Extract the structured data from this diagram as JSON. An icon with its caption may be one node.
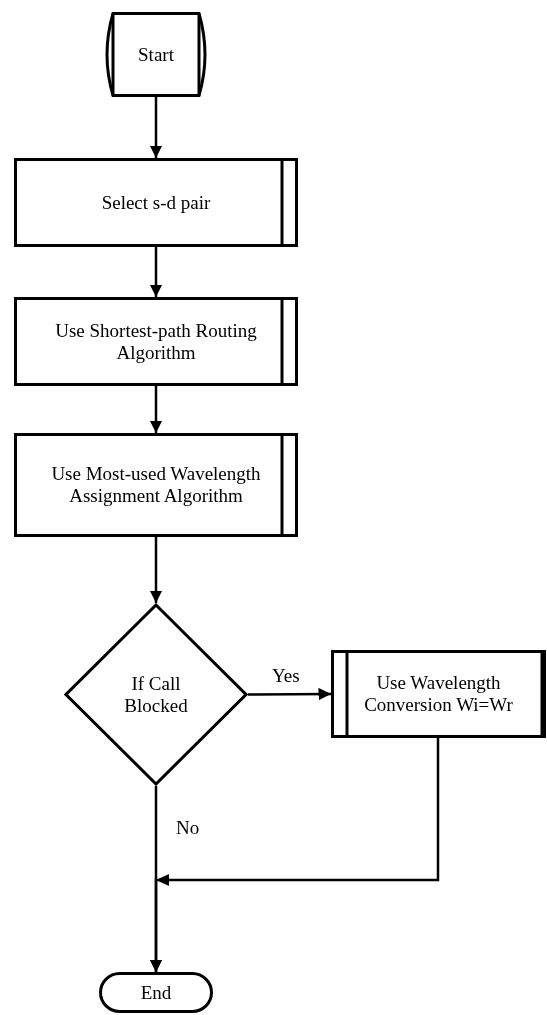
{
  "diagram": {
    "nodes": [
      {
        "text": [
          "Start"
        ]
      },
      {
        "text": [
          "Select s-d pair"
        ]
      },
      {
        "text": [
          "Use Shortest-path Routing Algorithm"
        ]
      },
      {
        "text": [
          "Use Most-used Wavelength Assignment Algorithm"
        ]
      },
      {
        "text": [
          "If Call Blocked"
        ]
      },
      {
        "text": [
          "Use Wavelength Conversion Wi=Wr"
        ]
      },
      {
        "text": [
          "End"
        ]
      }
    ],
    "edges": [
      {
        "from": 0,
        "to": 1,
        "arrow": "to"
      },
      {
        "from": 1,
        "to": 2,
        "arrow": "to"
      },
      {
        "from": 2,
        "to": 3,
        "arrow": "to"
      },
      {
        "from": 3,
        "to": 4,
        "arrow": "to"
      },
      {
        "from": 4,
        "to": 5,
        "arrow": "to",
        "label": "Yes"
      },
      {
        "from": 4,
        "to": 6,
        "arrow": "to",
        "label": "No"
      },
      {
        "from": 5,
        "to": 6,
        "arrow": "to"
      }
    ]
  }
}
